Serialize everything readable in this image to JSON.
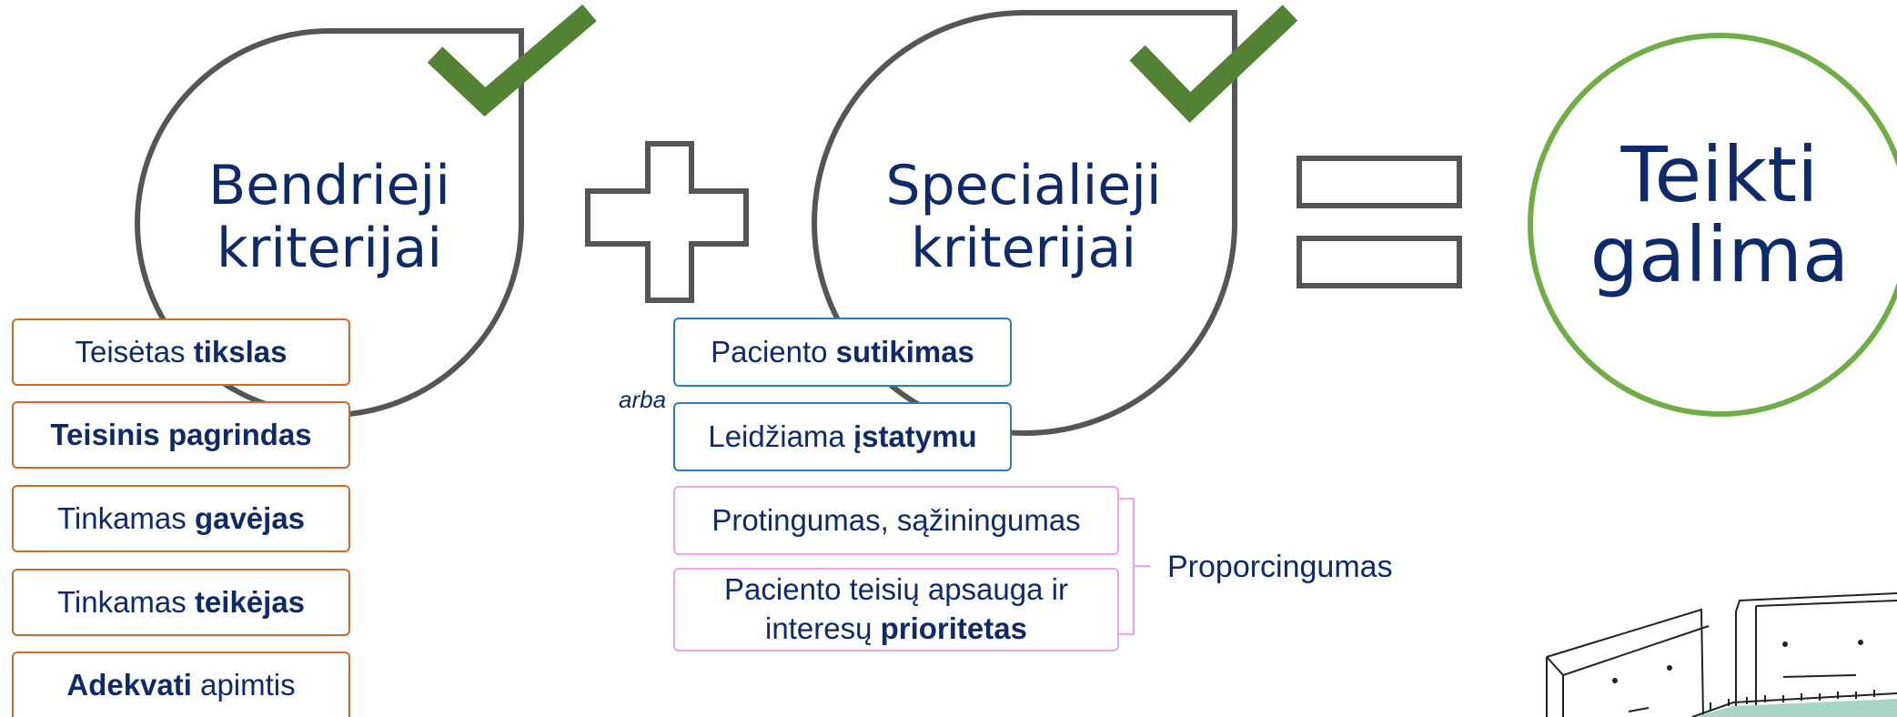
{
  "general": {
    "title_line1": "Bendrieji",
    "title_line2": "kriterijai",
    "items": [
      {
        "pre": "Teisėtas ",
        "bold": "tikslas",
        "post": ""
      },
      {
        "pre": "",
        "bold": "Teisinis pagrindas",
        "post": ""
      },
      {
        "pre": "Tinkamas ",
        "bold": "gavėjas",
        "post": ""
      },
      {
        "pre": "Tinkamas ",
        "bold": "teikėjas",
        "post": ""
      },
      {
        "pre": "",
        "bold": "Adekvati",
        "post": " apimtis"
      }
    ]
  },
  "special": {
    "title_line1": "Specialieji",
    "title_line2": "kriterijai",
    "consent": {
      "pre": "Paciento ",
      "bold": "sutikimas"
    },
    "or_label": "arba",
    "law": {
      "pre": "Leidžiama ",
      "bold": "įstatymu"
    },
    "reasonableness": "Protingumas, sąžiningumas",
    "priority": {
      "line1": "Paciento teisių apsauga ir",
      "line2_pre": "interesų ",
      "line2_bold": "prioritetas"
    },
    "proportionality_label": "Proporcingumas"
  },
  "result": {
    "line1": "Teikti",
    "line2": "galima"
  },
  "colors": {
    "text": "#0f2a6b",
    "circle_stroke": "#555555",
    "check": "#548235",
    "result_circle": "#70ad47",
    "general_box": "#cc6b2a",
    "special_box": "#2a7ac0",
    "proportional_box": "#f0a6e6"
  }
}
